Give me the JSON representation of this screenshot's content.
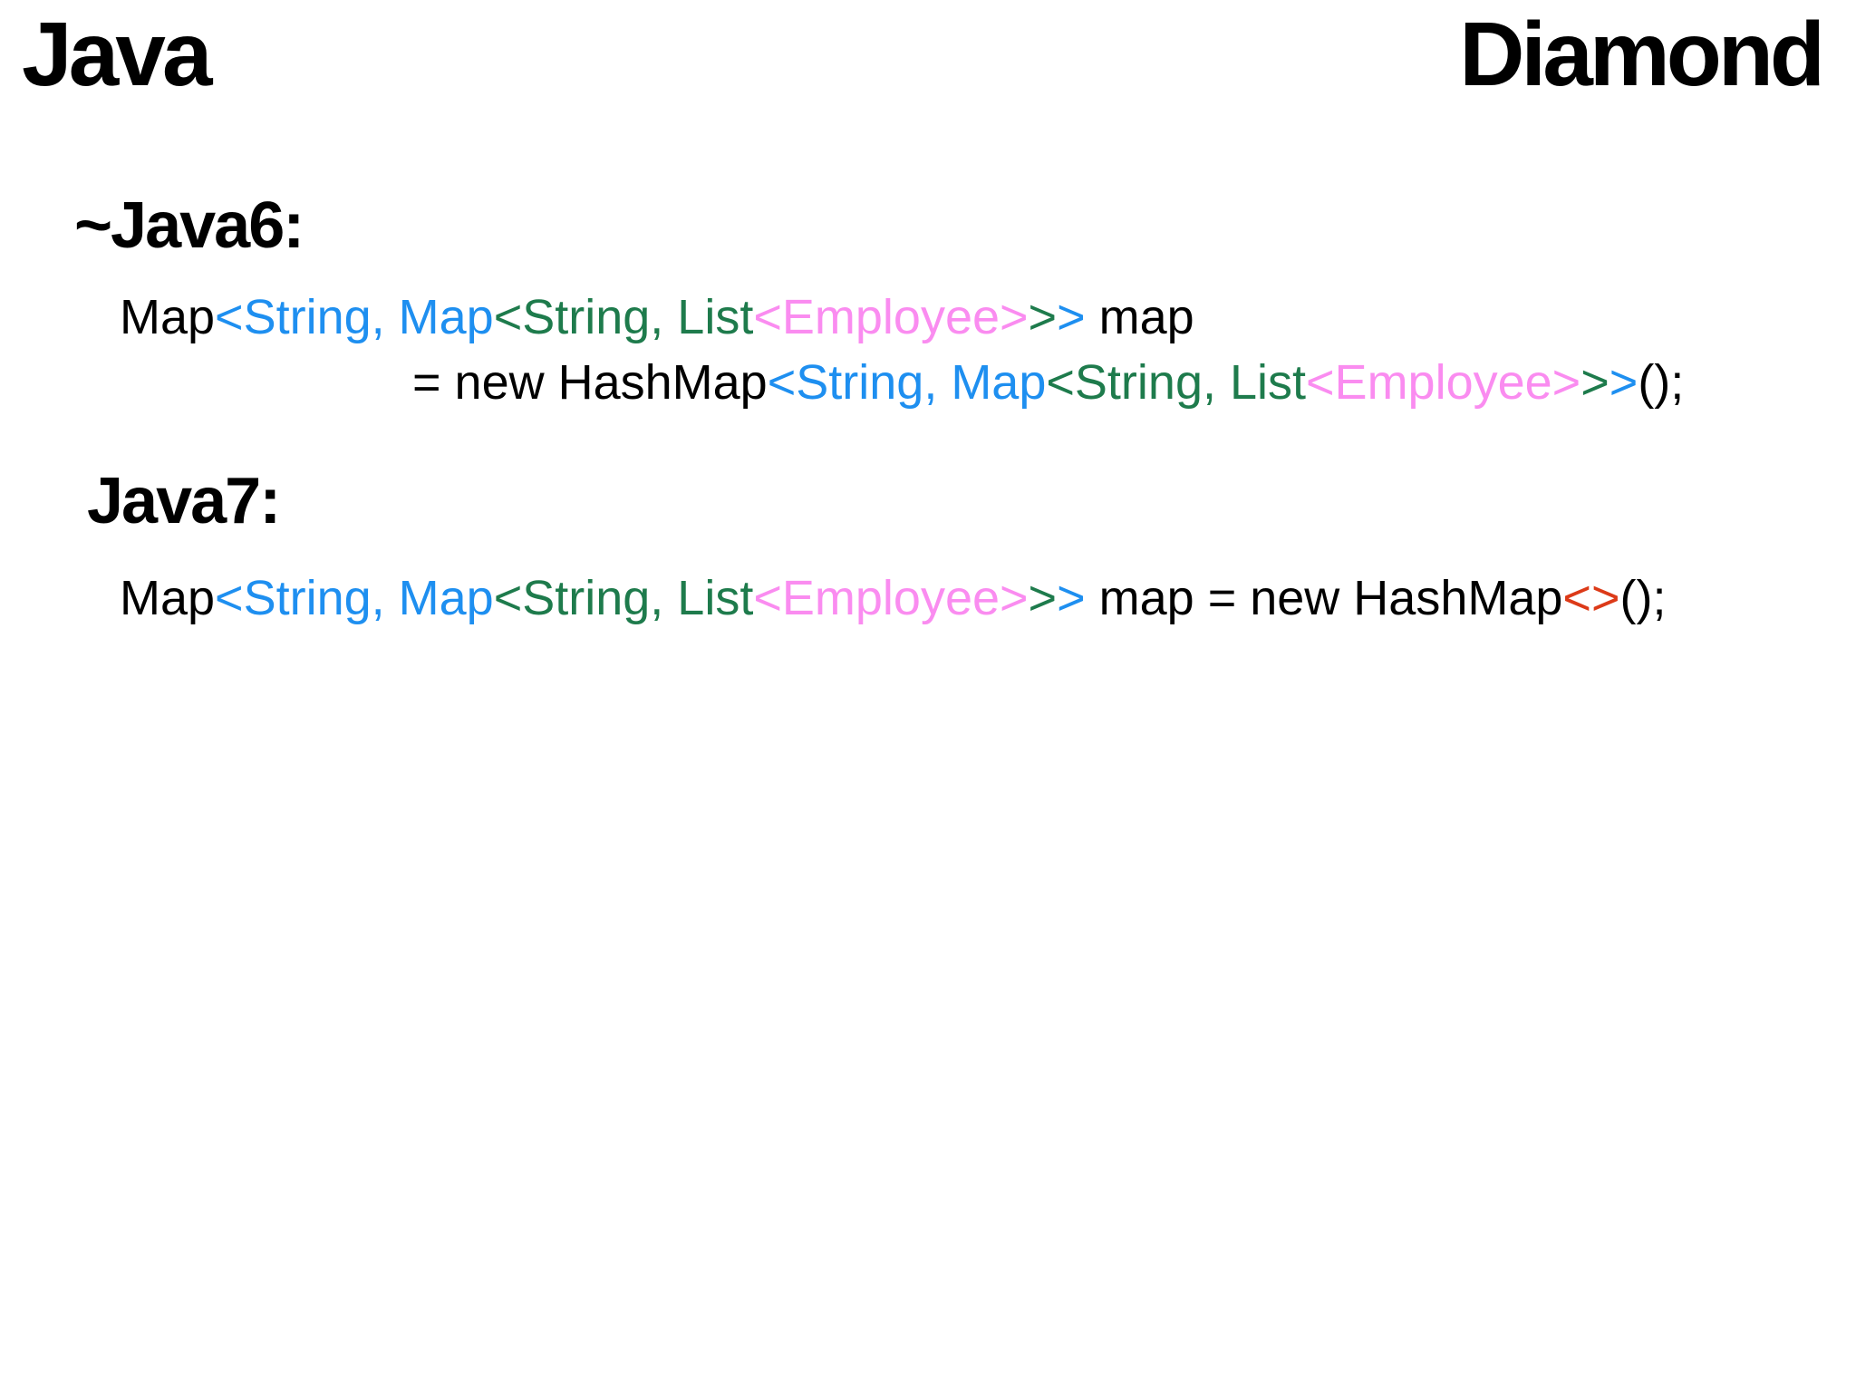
{
  "slide": {
    "title_left": "Java",
    "title_right": "Diamond"
  },
  "colors": {
    "black": "#000000",
    "blue": "#1E8FF0",
    "green": "#1E7B4C",
    "pink": "#FA8CF0",
    "red": "#DC3A18"
  },
  "sections": [
    {
      "heading": "~Java6:",
      "lines": [
        {
          "tokens": [
            {
              "t": "Map",
              "c": "black"
            },
            {
              "t": "<String, Map",
              "c": "blue"
            },
            {
              "t": "<String, List",
              "c": "green"
            },
            {
              "t": "<Employee>",
              "c": "pink"
            },
            {
              "t": ">",
              "c": "green"
            },
            {
              "t": ">",
              "c": "blue"
            },
            {
              "t": " map",
              "c": "black"
            }
          ]
        },
        {
          "tokens": [
            {
              "t": "= new HashMap",
              "c": "black"
            },
            {
              "t": "<String, Map",
              "c": "blue"
            },
            {
              "t": "<String, List",
              "c": "green"
            },
            {
              "t": "<Employee>",
              "c": "pink"
            },
            {
              "t": ">",
              "c": "green"
            },
            {
              "t": ">",
              "c": "blue"
            },
            {
              "t": "();",
              "c": "black"
            }
          ]
        }
      ]
    },
    {
      "heading": "Java7:",
      "lines": [
        {
          "tokens": [
            {
              "t": "Map",
              "c": "black"
            },
            {
              "t": "<String, Map",
              "c": "blue"
            },
            {
              "t": "<String, List",
              "c": "green"
            },
            {
              "t": "<Employee>",
              "c": "pink"
            },
            {
              "t": ">",
              "c": "green"
            },
            {
              "t": ">",
              "c": "blue"
            },
            {
              "t": " map = new HashMap",
              "c": "black"
            },
            {
              "t": "<>",
              "c": "red"
            },
            {
              "t": "();",
              "c": "black"
            }
          ]
        }
      ]
    }
  ]
}
